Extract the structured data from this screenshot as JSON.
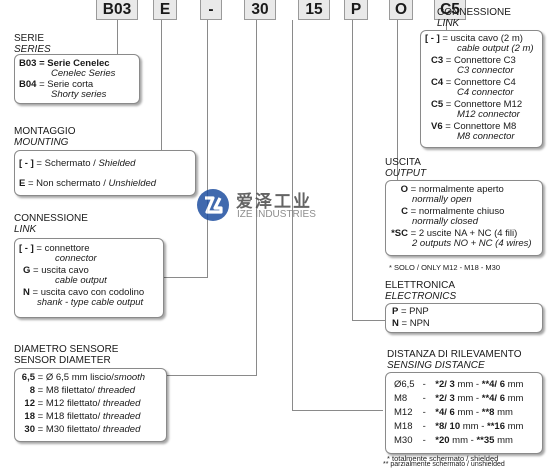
{
  "codes": [
    "B03",
    "E",
    "-",
    "30",
    "15",
    "P",
    "O",
    "C5"
  ],
  "serie": {
    "title": "SERIE",
    "subtitle": "SERIES",
    "rows": [
      {
        "k": "B03",
        "t": "= Serie Cenelec",
        "i": "Cenelec Series"
      },
      {
        "k": "B04",
        "t": "= Serie corta",
        "i": "Shorty series"
      }
    ]
  },
  "montaggio": {
    "title": "MONTAGGIO",
    "subtitle": "MOUNTING",
    "rows": [
      {
        "k": "[ - ]",
        "t": "= Schermato / ",
        "i": "Shielded"
      },
      {
        "k": "E",
        "t": "= Non schermato / ",
        "i": "Unshielded"
      }
    ]
  },
  "connessione_left": {
    "title": "CONNESSIONE",
    "subtitle": "LINK",
    "rows": [
      {
        "k": "[ - ]",
        "t": "= connettore",
        "i": "connector"
      },
      {
        "k": "G",
        "t": "=  uscita cavo",
        "i": "cable output"
      },
      {
        "k": "N",
        "t": "= uscita cavo con  codolino",
        "i": "shank - type cable output"
      }
    ]
  },
  "diametro": {
    "title": "DIAMETRO SENSORE",
    "subtitle": "SENSOR DIAMETER",
    "rows": [
      {
        "k": "6,5",
        "t": "= Ø 6,5 mm liscio/",
        "i": "smooth"
      },
      {
        "k": "8",
        "t": "= M8 filettato/ ",
        "i": "threaded"
      },
      {
        "k": "12",
        "t": "= M12 filettato/ ",
        "i": "threaded"
      },
      {
        "k": "18",
        "t": "= M18 filettato/ ",
        "i": "threaded"
      },
      {
        "k": "30",
        "t": "= M30 filettato/ ",
        "i": "threaded"
      }
    ]
  },
  "connessione_right": {
    "title": "CONNESSIONE",
    "subtitle": "LINK",
    "rows": [
      {
        "k": "[ - ]",
        "t": "= uscita cavo (2 m)",
        "i": "cable output (2 m)"
      },
      {
        "k": "C3",
        "t": "= Connettore C3",
        "i": "C3 connector"
      },
      {
        "k": "C4",
        "t": "= Connettore C4",
        "i": "C4 connector"
      },
      {
        "k": "C5",
        "t": "= Connettore M12",
        "i": "M12 connector"
      },
      {
        "k": "V6",
        "t": "= Connettore M8",
        "i": "M8 connector"
      }
    ]
  },
  "uscita": {
    "title": "USCITA",
    "subtitle": "OUTPUT",
    "rows": [
      {
        "k": "O",
        "t": "= normalmente aperto",
        "i": "normally open"
      },
      {
        "k": "C",
        "t": "= normalmente chiuso",
        "i": "normally closed"
      },
      {
        "k": "*SC",
        "t": "= 2 uscite NA + NC (4 fili)",
        "i": "2 outputs NO + NC (4 wires)"
      }
    ],
    "note": "* SOLO / ONLY M12 - M18 - M30"
  },
  "elettronica": {
    "title": "ELETTRONICA",
    "subtitle": "ELECTRONICS",
    "rows": [
      {
        "k": "P",
        "t": "= PNP"
      },
      {
        "k": "N",
        "t": "= NPN"
      }
    ]
  },
  "distanza": {
    "title": "DISTANZA DI RILEVAMENTO",
    "subtitle": "SENSING DISTANCE",
    "rows": [
      {
        "k": "Ø6,5",
        "a": "*2/ 3",
        "b": " mm - ",
        "c": "**4/ 6",
        "d": " mm"
      },
      {
        "k": "M8",
        "a": "*2/ 3",
        "b": " mm - ",
        "c": "**4/ 6",
        "d": " mm"
      },
      {
        "k": "M12",
        "a": "*4/ 6",
        "b": " mm - ",
        "c": "**8",
        "d": " mm"
      },
      {
        "k": "M18",
        "a": "*8/ 10",
        "b": " mm - ",
        "c": "**16",
        "d": " mm"
      },
      {
        "k": "M30",
        "a": "*20",
        "b": " mm - ",
        "c": "**35",
        "d": " mm"
      }
    ],
    "note1": "* totalmente schermato / shielded",
    "note2": "** parzialmente schermato / unshielded"
  },
  "watermark": {
    "cn": "爱泽工业",
    "en": "IZE INDUSTRIES"
  },
  "colors": {
    "accent_blue": "#1f4fa0",
    "line": "#8a8a8a"
  }
}
